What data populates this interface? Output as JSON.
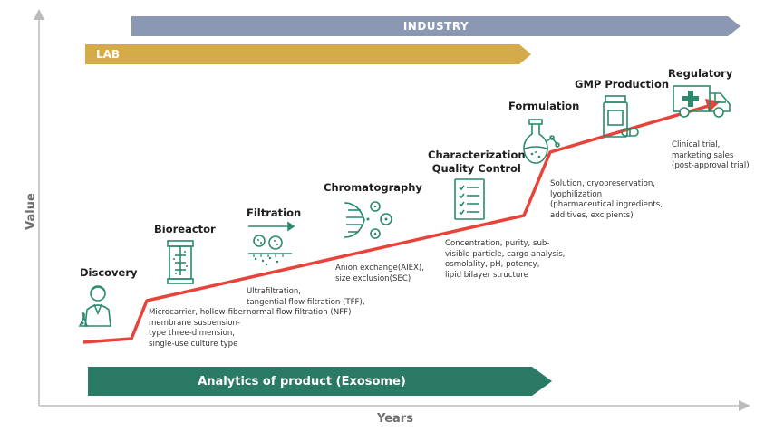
{
  "bands": {
    "industry": "INDUSTRY",
    "lab": "LAB",
    "analytics": "Analytics of product (Exosome)"
  },
  "axes": {
    "x_label": "Years",
    "y_label": "Value"
  },
  "stages": {
    "discovery": {
      "title": "Discovery",
      "desc": ""
    },
    "bioreactor": {
      "title": "Bioreactor",
      "desc": "Microcarrier, hollow-fiber\nmembrane suspension-\ntype three-dimension,\nsingle-use culture type"
    },
    "filtration": {
      "title": "Filtration",
      "desc": "Ultrafiltration,\ntangential flow filtration (TFF),\nnormal flow filtration (NFF)"
    },
    "chromatography": {
      "title": "Chromatography",
      "desc": "Anion exchange(AIEX),\nsize exclusion(SEC)"
    },
    "characterization": {
      "title": "Characterization\nQuality Control",
      "desc": "Concentration, purity, sub-\nvisible particle, cargo analysis,\nosmolality, pH, potency,\nlipid bilayer structure"
    },
    "formulation": {
      "title": "Formulation",
      "desc": "Solution, cryopreservation,\nlyophilization\n(pharmaceutical ingredients,\nadditives, excipients)"
    },
    "gmp": {
      "title": "GMP Production",
      "desc": ""
    },
    "regulatory": {
      "title": "Regulatory",
      "desc": "Clinical trial,\nmarketing sales\n(post-approval trial)"
    }
  },
  "icons": {
    "discovery": "scientist-icon",
    "bioreactor": "bioreactor-icon",
    "filtration": "filter-icon",
    "chromatography": "chromatography-icon",
    "characterization": "checklist-icon",
    "formulation": "flask-icon",
    "gmp": "medicine-bottle-icon",
    "regulatory": "ambulance-icon"
  },
  "colors": {
    "industry_band": "#8a98b4",
    "lab_band": "#d4aa4a",
    "analytics_band": "#2a7a65",
    "trend_line": "#e8433a",
    "icon_green": "#2a8a6e"
  }
}
